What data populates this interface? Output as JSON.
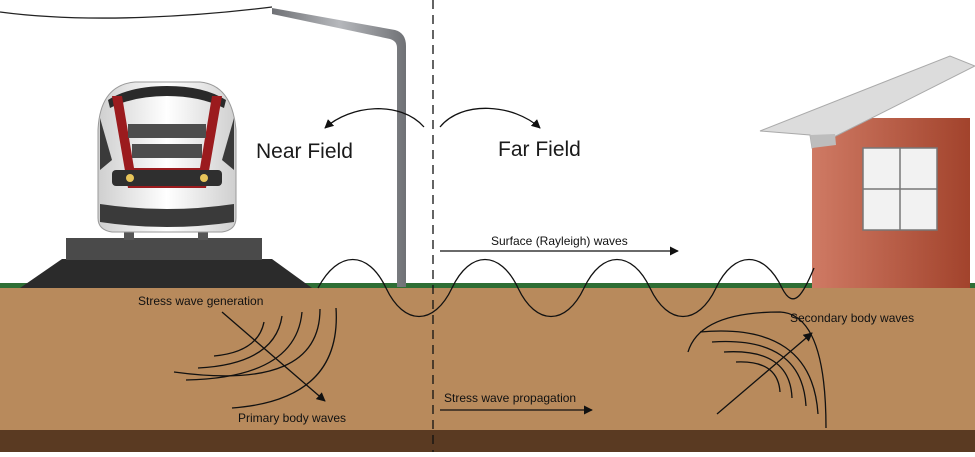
{
  "labels": {
    "near_field": "Near Field",
    "far_field": "Far Field",
    "surface_waves": "Surface (Rayleigh) waves",
    "stress_generation": "Stress wave generation",
    "primary_waves": "Primary body waves",
    "stress_propagation": "Stress wave propagation",
    "secondary_waves": "Secondary body waves"
  },
  "colors": {
    "soil": "#b88a5c",
    "bedrock": "#5a3a22",
    "grass": "#2e6e35",
    "house_wall": "#b5553d",
    "roof": "#dcdcdc",
    "train_accent": "#9b1b1e",
    "pole": "#8a8c90"
  },
  "icons": [
    "train-icon",
    "house-icon",
    "utility-pole-icon"
  ]
}
